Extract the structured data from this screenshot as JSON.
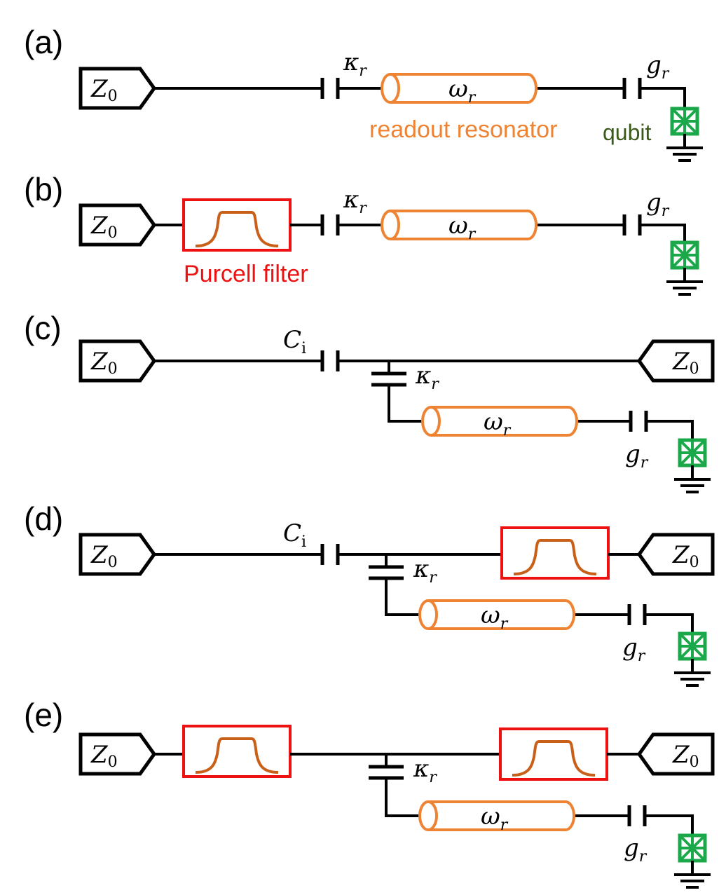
{
  "panels": [
    {
      "id": "a",
      "label": "(a)"
    },
    {
      "id": "b",
      "label": "(b)"
    },
    {
      "id": "c",
      "label": "(c)"
    },
    {
      "id": "d",
      "label": "(d)"
    },
    {
      "id": "e",
      "label": "(e)"
    }
  ],
  "symbols": {
    "impedance": "Z",
    "impedance_sub": "0",
    "coupling_rate": "κ",
    "resonator_freq": "ω",
    "qubit_coupling": "g",
    "r_sub": "r",
    "input_cap": "C",
    "input_cap_sub": "i"
  },
  "captions": {
    "readout_resonator": "readout resonator",
    "qubit": "qubit",
    "purcell_filter": "Purcell filter"
  },
  "colors": {
    "wire": "#000000",
    "resonator": "#ee8433",
    "resonator_caption": "#ee8433",
    "filter_box": "#ee1111",
    "filter_caption": "#ee1111",
    "filter_passband": "#c8601a",
    "qubit": "#1aa84a",
    "qubit_caption": "#3a5a1a"
  }
}
